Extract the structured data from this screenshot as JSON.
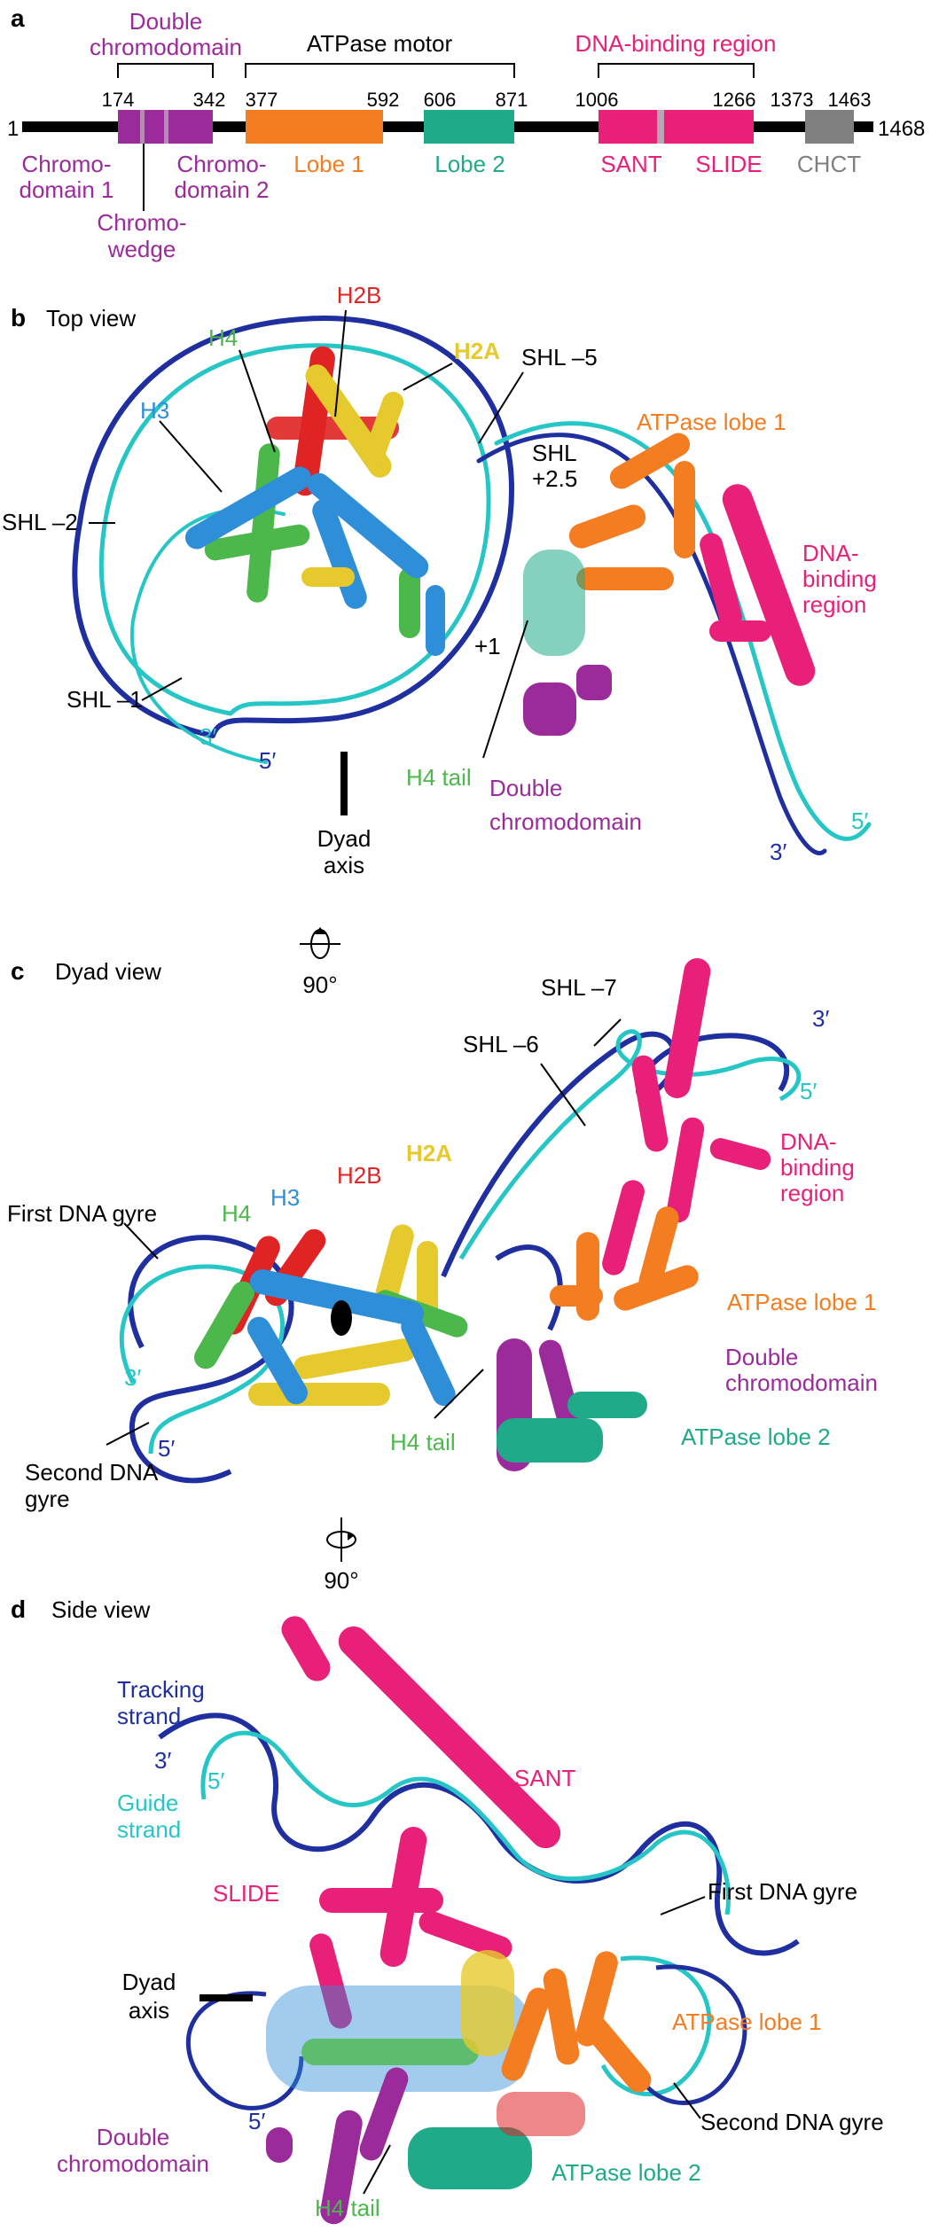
{
  "colors": {
    "chromo": "#9b2a9b",
    "chromo_light": "#b38bb3",
    "lobe1": "#f47c21",
    "lobe2": "#1fab8a",
    "dna_binding": "#e8207a",
    "dna_binding_light": "#b8a6b0",
    "chct": "#808080",
    "h2b": "#e02424",
    "h2a": "#e6c92c",
    "h4": "#4cb84c",
    "h3": "#2e8fd8",
    "tracking": "#1f2fa0",
    "guide": "#27c6c6",
    "black": "#000000"
  },
  "panel_a": {
    "letter": "a",
    "start": "1",
    "end": "1468",
    "double_chromodomain": {
      "line1": "Double",
      "line2": "chromodomain"
    },
    "atpase_motor": "ATPase motor",
    "dna_binding_region": "DNA-binding region",
    "positions": [
      "174",
      "342",
      "377",
      "592",
      "606",
      "871",
      "1006",
      "1266",
      "1373",
      "1463"
    ],
    "chromodomain1": {
      "line1": "Chromo-",
      "line2": "domain 1"
    },
    "chromodomain2": {
      "line1": "Chromo-",
      "line2": "domain 2"
    },
    "chromowedge": {
      "line1": "Chromo-",
      "line2": "wedge"
    },
    "lobe1": "Lobe 1",
    "lobe2": "Lobe 2",
    "sant": "SANT",
    "slide": "SLIDE",
    "chct": "CHCT"
  },
  "panel_b": {
    "letter": "b",
    "title": "Top view",
    "h2b": "H2B",
    "h4": "H4",
    "h2a": "H2A",
    "h3": "H3",
    "shl_m5": "SHL –5",
    "atpase_lobe1": "ATPase lobe 1",
    "shl_p25": {
      "line1": "SHL",
      "line2": "+2.5"
    },
    "dna_binding": {
      "line1": "DNA-",
      "line2": "binding",
      "line3": "region"
    },
    "shl_m2": "SHL –2",
    "plus1": "+1",
    "shl_m1": "SHL –1",
    "three_prime": "3′",
    "five_prime": "5′",
    "h4_tail": "H4 tail",
    "double_chromo": {
      "line1": "Double",
      "line2": "chromodomain"
    },
    "dyad_axis": {
      "line1": "Dyad",
      "line2": "axis"
    },
    "five_prime_r": "5′",
    "three_prime_r": "3′"
  },
  "rotation": {
    "deg1": "90°",
    "deg2": "90°"
  },
  "panel_c": {
    "letter": "c",
    "title": "Dyad view",
    "shl_m7": "SHL –7",
    "shl_m6": "SHL –6",
    "three_prime_t": "3′",
    "five_prime_t": "5′",
    "dna_binding": {
      "line1": "DNA-",
      "line2": "binding",
      "line3": "region"
    },
    "h2b": "H2B",
    "h2a": "H2A",
    "h4": "H4",
    "h3": "H3",
    "first_gyre": "First DNA gyre",
    "atpase_lobe1": "ATPase lobe 1",
    "double_chromo": {
      "line1": "Double",
      "line2": "chromodomain"
    },
    "three_prime": "3′",
    "five_prime": "5′",
    "h4_tail": "H4 tail",
    "atpase_lobe2": "ATPase lobe 2",
    "second_gyre": {
      "line1": "Second DNA",
      "line2": "gyre"
    }
  },
  "panel_d": {
    "letter": "d",
    "title": "Side view",
    "tracking": {
      "line1": "Tracking",
      "line2": "strand"
    },
    "three_prime": "3′",
    "five_prime": "5′",
    "guide": {
      "line1": "Guide",
      "line2": "strand"
    },
    "sant": "SANT",
    "slide": "SLIDE",
    "first_gyre": "First DNA gyre",
    "dyad_axis": {
      "line1": "Dyad",
      "line2": "axis"
    },
    "atpase_lobe1": "ATPase lobe 1",
    "five_prime_b": "5′",
    "second_gyre": "Second DNA gyre",
    "double_chromo": {
      "line1": "Double",
      "line2": "chromodomain"
    },
    "atpase_lobe2": "ATPase lobe 2",
    "h4_tail": "H4 tail"
  }
}
